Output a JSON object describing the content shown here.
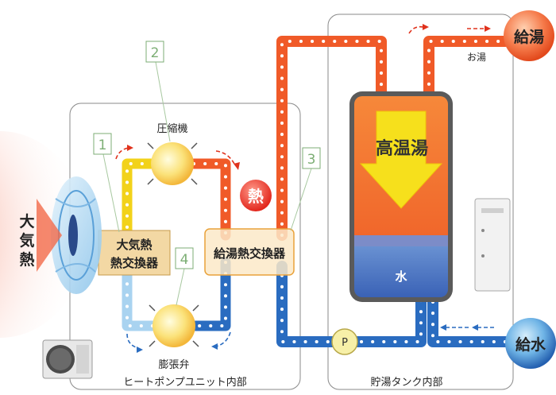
{
  "labels": {
    "air_heat": "大気熱",
    "compressor": "圧縮機",
    "expansion_valve": "膨張弁",
    "air_hx": "大気熱\n熱交換器",
    "water_hx": "給湯熱交換器",
    "heat": "熱",
    "hot_water_high": "高温湯",
    "water": "水",
    "hot_water_supply": "給湯",
    "hot_water_small": "お湯",
    "water_supply": "給水",
    "pump": "P",
    "heat_pump_unit": "ヒートポンプユニット内部",
    "tank_interior": "貯湯タンク内部"
  },
  "callouts": [
    "1",
    "2",
    "3",
    "4"
  ],
  "colors": {
    "hot_pipe": "#f05a28",
    "cold_pipe": "#2a6cc0",
    "yellow_pipe": "#f2d21a",
    "light_blue_pipe": "#a9d3f0",
    "tank_hot": "#f26a2a",
    "tank_cold": "#4a74c4",
    "hx_box": "#f5deb3",
    "arrow_yellow": "#f6e01c"
  }
}
